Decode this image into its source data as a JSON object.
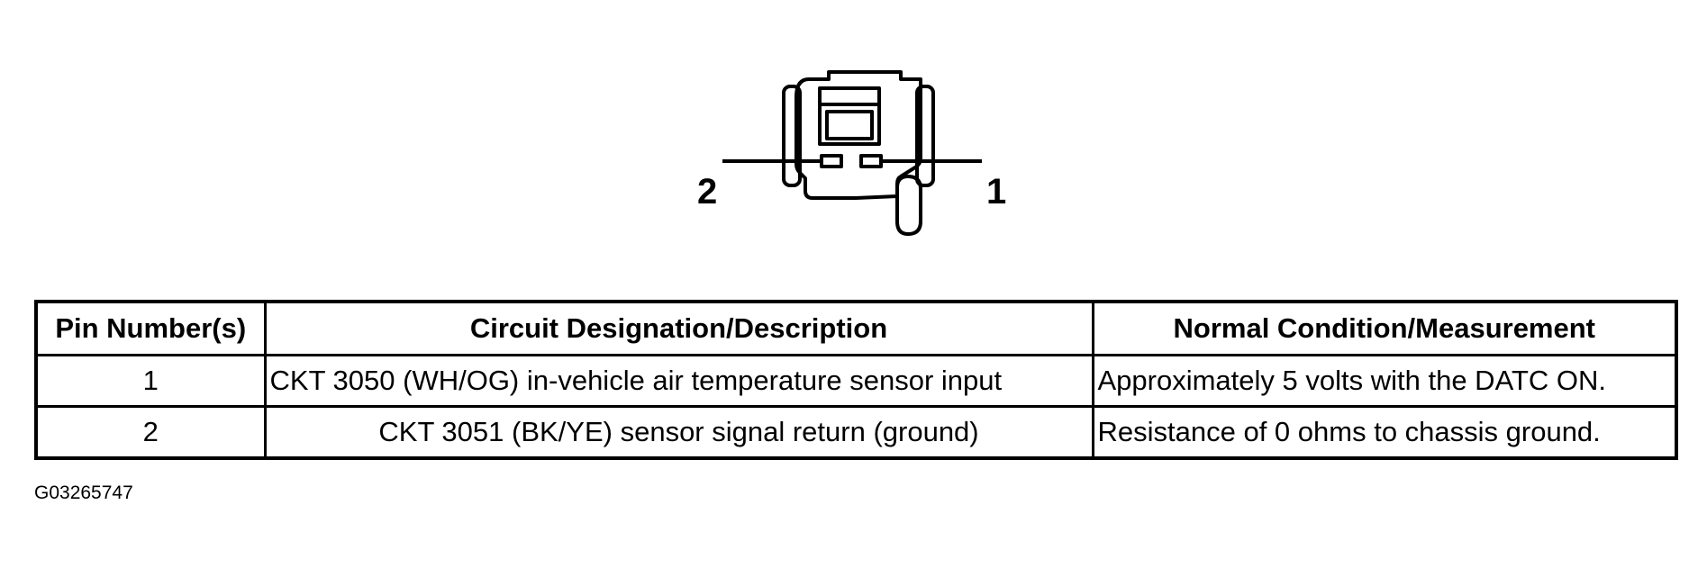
{
  "connector": {
    "pins": [
      {
        "number": "2"
      },
      {
        "number": "1"
      }
    ]
  },
  "table": {
    "headers": [
      "Pin Number(s)",
      "Circuit Designation/Description",
      "Normal Condition/Measurement"
    ],
    "rows": [
      {
        "pin": "1",
        "description": "CKT 3050 (WH/OG) in-vehicle air temperature sensor input",
        "measurement": "Approximately 5 volts with the DATC ON."
      },
      {
        "pin": "2",
        "description": "CKT 3051 (BK/YE) sensor signal return (ground)",
        "measurement": "Resistance of 0 ohms to chassis ground."
      }
    ]
  },
  "figure_id": "G03265747"
}
